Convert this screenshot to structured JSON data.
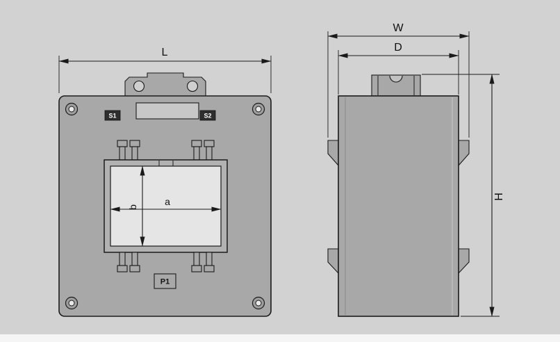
{
  "diagram": {
    "kind": "current-transformer dimensional drawing, front and side views",
    "front_view": {
      "overall_width": "L",
      "window_width": "a",
      "window_height": "b",
      "terminal_s1": "S1",
      "terminal_s2": "S2",
      "terminal_p1": "P1"
    },
    "side_view": {
      "overall_width": "W",
      "body_depth": "D",
      "overall_height": "H"
    },
    "colors": {
      "background": "#d2d2d2",
      "body_fill": "#a8a8a8",
      "window_frame_fill": "#b2b2b2",
      "window_opening_fill": "#e5e5e5",
      "nameplate_fill": "#c7c7c7",
      "terminal_badge_fill": "#2e2e2e",
      "terminal_badge_text": "#ffffff",
      "line": "#1a1a1a",
      "page_margin": "#f5f5f5"
    }
  }
}
